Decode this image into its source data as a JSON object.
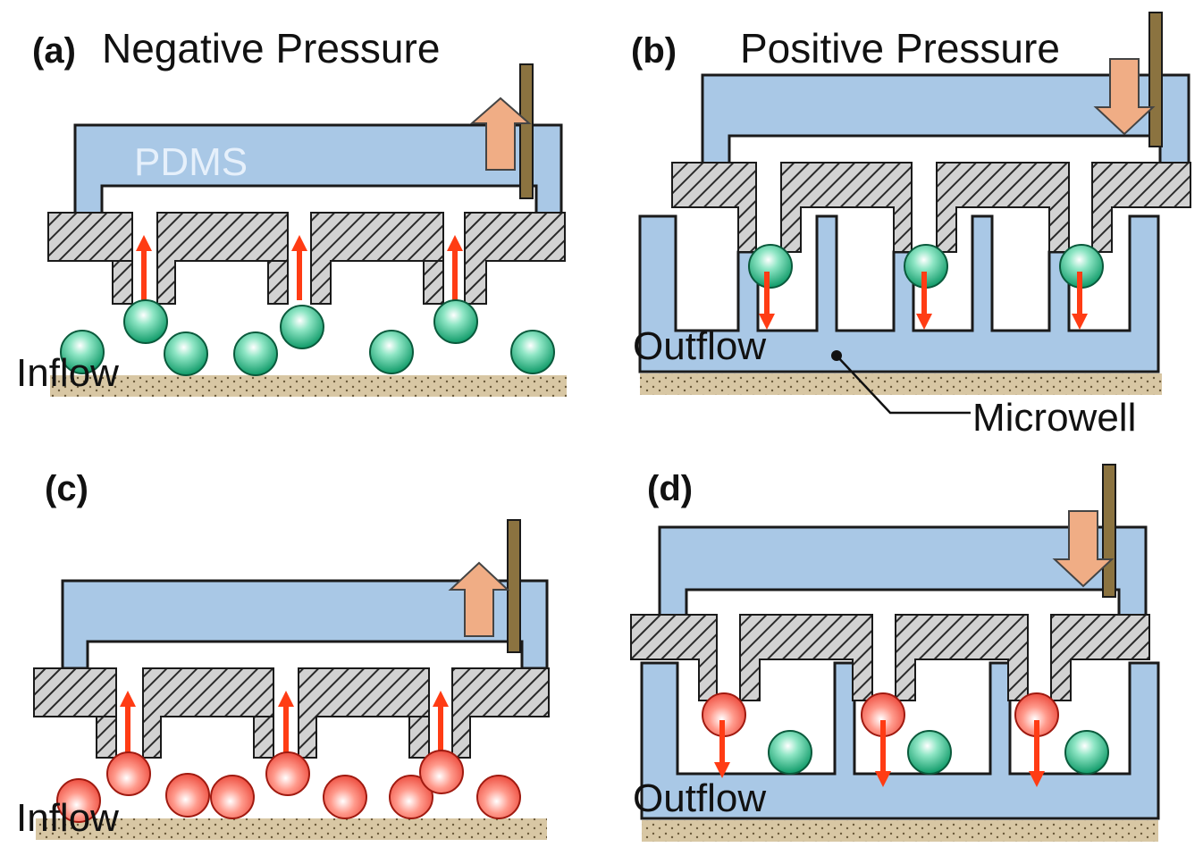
{
  "colors": {
    "pdms": "#a9c8e6",
    "pdms_stroke": "#1a1a1a",
    "hatch_fill": "#cfcfcf",
    "substrate": "#d8c7a4",
    "green_cell": "#19b980",
    "red_cell": "#f24a3a",
    "pressure_arrow": "#f0ad85",
    "flow_arrow": "#ff3c14",
    "rod": "#8b7340"
  },
  "panels": [
    {
      "id": "a",
      "label": "(a)",
      "title": "Negative Pressure",
      "material_label": "PDMS",
      "flow_label": "Inflow"
    },
    {
      "id": "b",
      "label": "(b)",
      "title": "Positive Pressure",
      "flow_label": "Outflow",
      "callout": "Microwell"
    },
    {
      "id": "c",
      "label": "(c)",
      "flow_label": "Inflow"
    },
    {
      "id": "d",
      "label": "(d)",
      "flow_label": "Outflow"
    }
  ]
}
